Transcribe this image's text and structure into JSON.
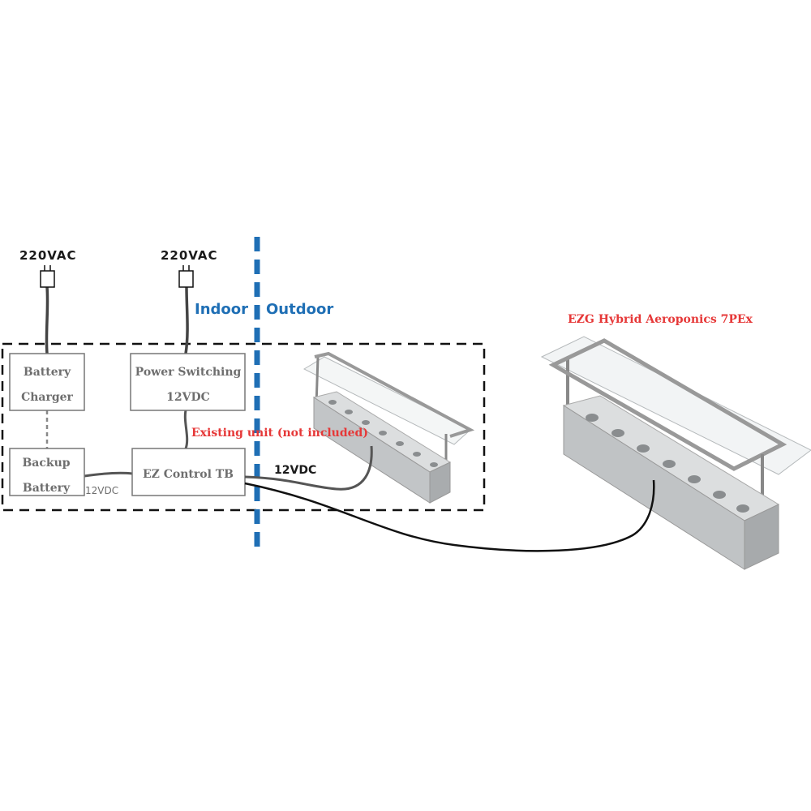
{
  "power": {
    "left_plug": "220VAC",
    "right_plug": "220VAC"
  },
  "zones": {
    "indoor": "Indoor",
    "outdoor": "Outdoor"
  },
  "boxes": {
    "battery_charger": [
      "Battery",
      "Charger"
    ],
    "power_switching": [
      "Power Switching",
      "12VDC"
    ],
    "backup_battery": [
      "Backup",
      "Battery"
    ],
    "ez_control": "EZ Control TB"
  },
  "labels": {
    "backup_link": "12VDC",
    "existing_link": "12VDC",
    "existing_unit": "Existing unit (not included)",
    "product_name": "EZG Hybrid Aeroponics 7PEx"
  },
  "colors": {
    "divider": "#1f6fb5",
    "zone_text": "#1f6fb5",
    "red_text": "#e63838",
    "box_border": "#777777",
    "cable": "#444444",
    "unit_body": "#b9bcbe"
  },
  "icons": [
    "power-plug-icon"
  ]
}
